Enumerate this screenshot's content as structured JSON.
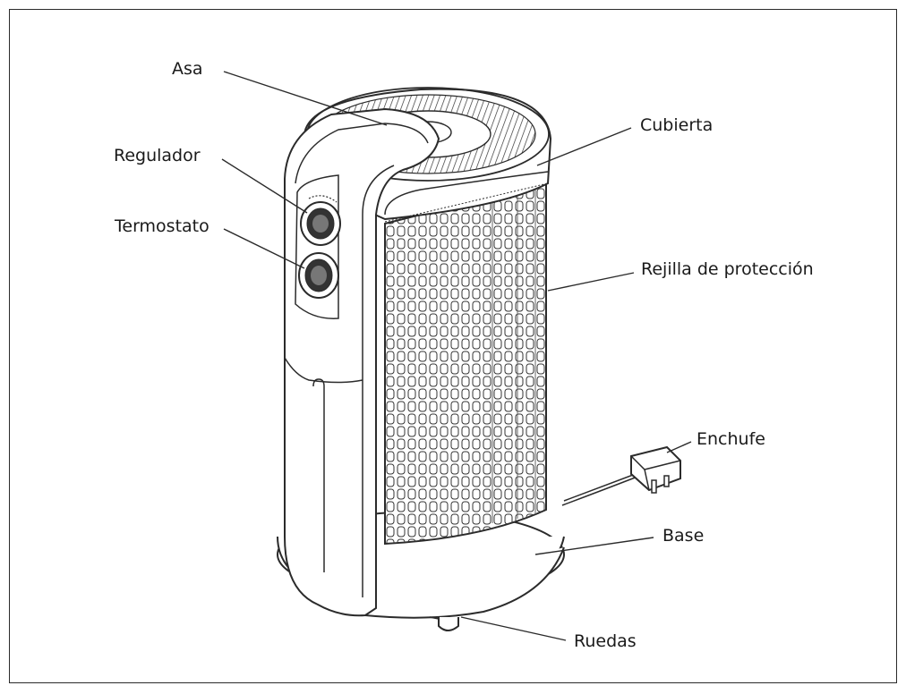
{
  "labels": {
    "asa": "Asa",
    "regulador": "Regulador",
    "termostato": "Termostato",
    "cubierta": "Cubierta",
    "rejilla": "Rejilla de protección",
    "enchufe": "Enchufe",
    "base": "Base",
    "ruedas": "Ruedas"
  },
  "colors": {
    "line": "#2b2b2b",
    "background": "#ffffff"
  }
}
